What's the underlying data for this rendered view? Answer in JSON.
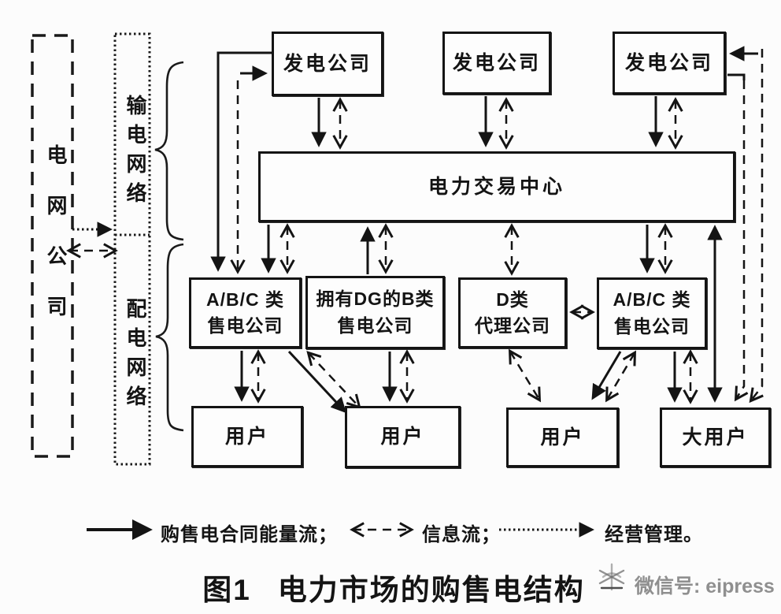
{
  "colors": {
    "ink": "#141414",
    "paper": "#fcfcfc",
    "watermark_gray": "#8f8f8f"
  },
  "left_panel": {
    "grid_company": "电网公司",
    "transmission": "输电网络",
    "distribution": "配电网络"
  },
  "generators": [
    "发电公司",
    "发电公司",
    "发电公司"
  ],
  "trading_center": "电力交易中心",
  "retailers": [
    {
      "line1": "A/B/C 类",
      "line2": "售电公司"
    },
    {
      "line1": "拥有DG的B类",
      "line2": "售电公司"
    },
    {
      "line1": "D类",
      "line2": "代理公司"
    },
    {
      "line1": "A/B/C 类",
      "line2": "售电公司"
    }
  ],
  "users": [
    "用户",
    "用户",
    "用户",
    "大用户"
  ],
  "legend": {
    "energy_flow": "购售电合同能量流；",
    "info_flow": "信息流；",
    "management": "经营管理。"
  },
  "caption": {
    "number": "图1",
    "title": "电力市场的购售电结构"
  },
  "watermark": {
    "text": "微信号: eipress"
  }
}
